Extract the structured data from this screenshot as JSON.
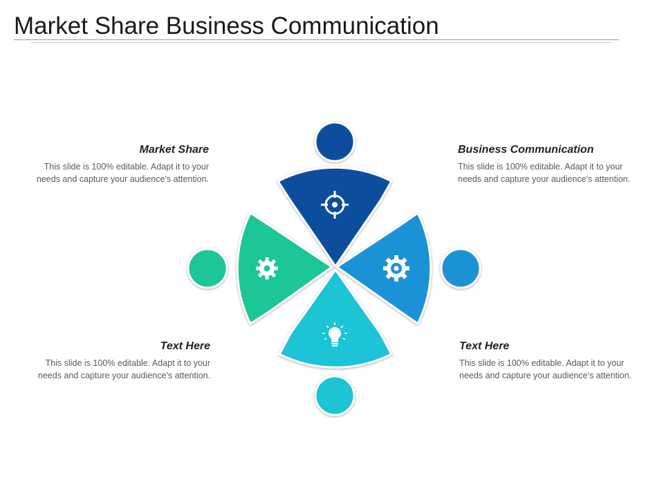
{
  "slide": {
    "title": "Market Share Business Communication"
  },
  "sections": [
    {
      "heading": "Market Share",
      "body": "This slide is 100% editable. Adapt it to your needs and capture your audience's attention."
    },
    {
      "heading": "Business Communication",
      "body": "This slide is 100% editable. Adapt it to your needs and capture your audience's attention."
    },
    {
      "heading": "Text Here",
      "body": "This slide is 100% editable. Adapt it to your needs and capture your audience's attention."
    },
    {
      "heading": "Text Here",
      "body": "This slide is 100% editable. Adapt it to your needs and capture your audience's attention."
    }
  ],
  "figures": {
    "top": {
      "color": "#0a4d9e",
      "icon": "target-icon"
    },
    "right": {
      "color": "#1e92d6",
      "icon": "gear-icon"
    },
    "bottom": {
      "color": "#1ec4d6",
      "icon": "lightbulb-icon"
    },
    "left": {
      "color": "#1fc696",
      "icon": "cog-icon"
    }
  }
}
